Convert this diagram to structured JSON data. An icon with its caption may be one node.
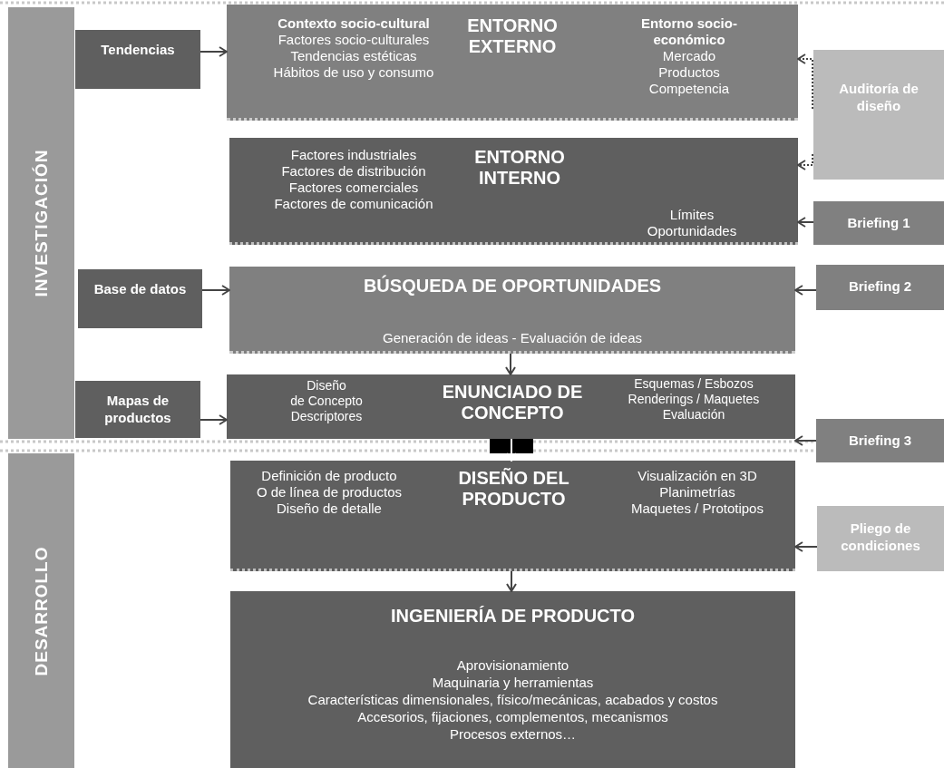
{
  "diagram": {
    "nodes": [
      {
        "text": [
          "INVESTIGACIÓN"
        ]
      },
      {
        "text": [
          "Tendencias"
        ]
      },
      {
        "text": [
          "Contexto socio-cultural",
          "Factores socio-culturales",
          "Tendencias estéticas",
          "Hábitos de uso y consumo",
          "ENTORNO EXTERNO",
          "Entorno socio-económico",
          "Mercado",
          "Productos",
          "Competencia"
        ]
      },
      {
        "text": [
          "Auditoría de diseño"
        ]
      },
      {
        "text": [
          "Factores industriales",
          "Factores de distribución",
          "Factores comerciales",
          "Factores de comunicación",
          "ENTORNO INTERNO",
          "Límites",
          "Oportunidades"
        ]
      },
      {
        "text": [
          "Briefing 1"
        ]
      },
      {
        "text": [
          "Base de datos"
        ]
      },
      {
        "text": [
          "BÚSQUEDA DE OPORTUNIDADES",
          "Generación de ideas - Evaluación de ideas"
        ]
      },
      {
        "text": [
          "Briefing 2"
        ]
      },
      {
        "text": [
          "Mapas de productos"
        ]
      },
      {
        "text": [
          "Diseño",
          "de Concepto",
          "Descriptores",
          "ENUNCIADO DE CONCEPTO",
          "Esquemas / Esbozos",
          "Renderings / Maquetes",
          "Evaluación"
        ]
      },
      {
        "text": [
          "Briefing 3"
        ]
      },
      {
        "text": [
          "DESARROLLO"
        ]
      },
      {
        "text": [
          "Definición de producto",
          "O de línea de productos",
          "Diseño de detalle",
          "DISEÑO DEL PRODUCTO",
          "Visualización en 3D",
          "Planimetrías",
          "Maquetes / Prototipos"
        ]
      },
      {
        "text": [
          "Pliego de condiciones"
        ]
      },
      {
        "text": [
          "INGENIERÍA DE PRODUCTO",
          "Aprovisionamiento",
          "Maquinaria y herramientas",
          "Características dimensionales, físico/mecánicas, acabados y costos",
          "Accesorios, fijaciones, complementos, mecanismos",
          "Procesos externos…"
        ]
      }
    ],
    "edges": [
      {
        "from": 1,
        "to": 2,
        "arrow": "to"
      },
      {
        "from": 3,
        "to": 2,
        "arrow": "to",
        "style": "dashed"
      },
      {
        "from": 3,
        "to": 4,
        "arrow": "to",
        "style": "dashed"
      },
      {
        "from": 5,
        "to": 4,
        "arrow": "to"
      },
      {
        "from": 6,
        "to": 7,
        "arrow": "to"
      },
      {
        "from": 8,
        "to": 7,
        "arrow": "to"
      },
      {
        "from": 7,
        "to": 10,
        "arrow": "to"
      },
      {
        "from": 9,
        "to": 10,
        "arrow": "to"
      },
      {
        "from": 11,
        "to": 10,
        "arrow": "to"
      },
      {
        "from": 10,
        "to": 13,
        "arrow": "to",
        "color": "#ffffff"
      },
      {
        "from": 14,
        "to": 13,
        "arrow": "to"
      },
      {
        "from": 13,
        "to": 15,
        "arrow": "to"
      }
    ]
  }
}
